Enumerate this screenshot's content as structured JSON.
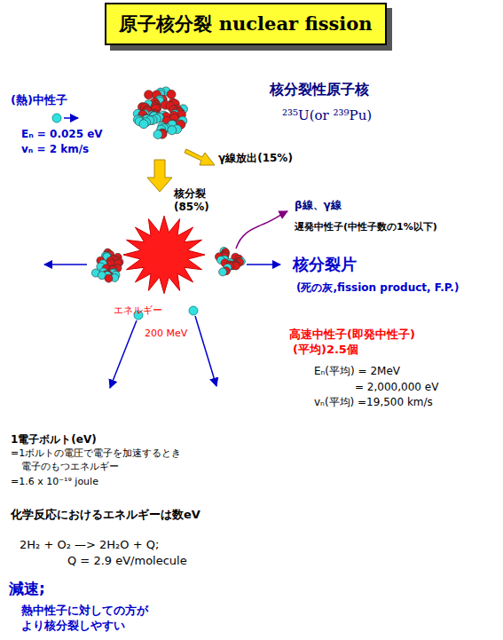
{
  "diagram": {
    "title": "原子核分裂 nuclear fission",
    "labels": [
      "(熱)中性子",
      "Eₙ = 0.025 eV",
      "vₙ = 2 km/s",
      "核分裂性原子核",
      "²³⁵U(or ²³⁹Pu)",
      "γ線放出(15%)",
      "核分裂",
      "(85%)",
      "β線、γ線",
      "遅発中性子(中性子数の1%以下)",
      "核分裂片",
      "(死の灰,fission product, F.P.)",
      "エネルギー",
      "200 MeV",
      "高速中性子(即発中性子)",
      "(平均)2.5個",
      "Eₙ(平均) = 2MeV",
      "= 2,000,000 eV",
      "vₙ(平均) =19,500 km/s",
      "1電子ボルト(eV)",
      "=1ボルトの電圧で電子を加速するとき",
      "電子のもつエネルギー",
      "=1.6 x 10⁻¹⁹ joule",
      "化学反応におけるエネルギーは数eV",
      "2H₂ + O₂ —> 2H₂O + Q;",
      "Q = 2.9 eV/molecule",
      "減速;",
      "熱中性子に対しての方が",
      "より核分裂しやすい"
    ]
  }
}
